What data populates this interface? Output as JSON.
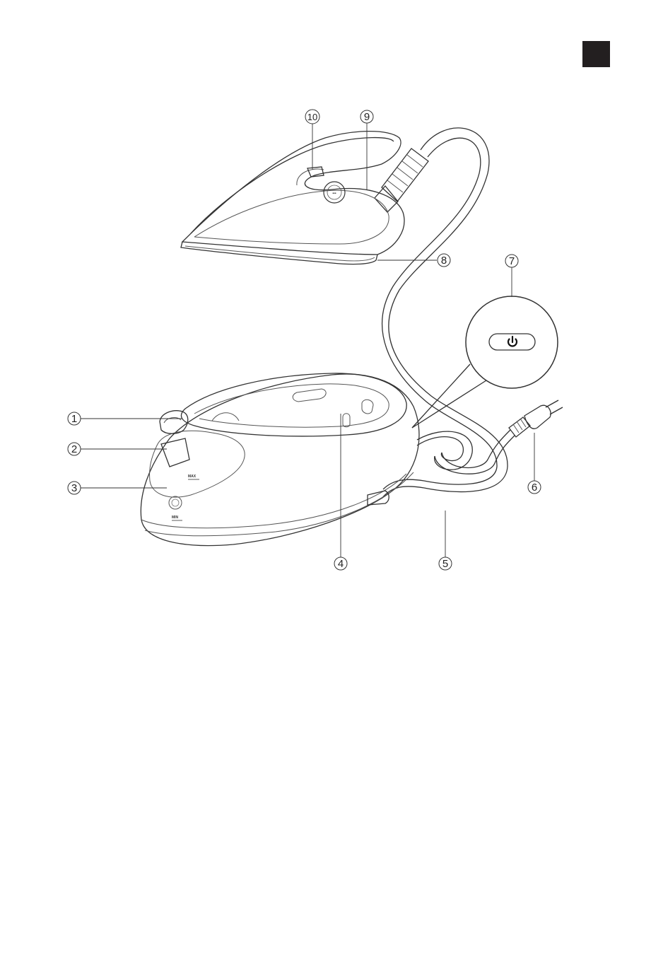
{
  "page": {
    "corner_tab_color": "#231f20"
  },
  "callouts": {
    "c1": "1",
    "c2": "2",
    "c3": "3",
    "c4": "4",
    "c5": "5",
    "c6": "6",
    "c7": "7",
    "c8": "8",
    "c9": "9",
    "c10": "10"
  },
  "tank_labels": {
    "max": "MAX",
    "min": "MIN"
  },
  "icons": {
    "power": "power-icon"
  }
}
